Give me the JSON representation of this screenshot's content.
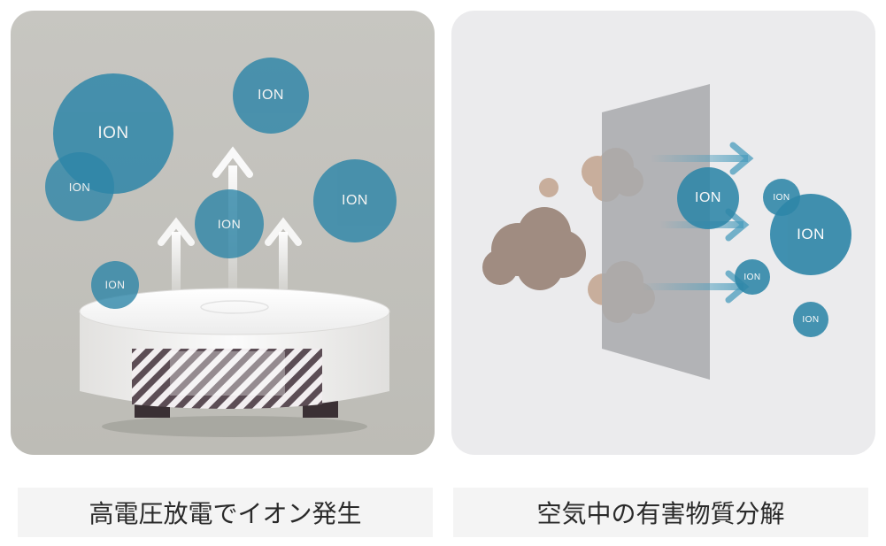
{
  "ion_label": "ION",
  "colors": {
    "ion_blue": "#2e86a8",
    "ion_blue_light": "#4a9cbc",
    "cloud_brown": "#a08c81",
    "cloud_tan": "#c8ae9c",
    "filter_gray": "#a8a9ab"
  },
  "panels": [
    {
      "caption": "高電圧放電でイオン発生"
    },
    {
      "caption": "空気中の有害物質分解"
    }
  ]
}
